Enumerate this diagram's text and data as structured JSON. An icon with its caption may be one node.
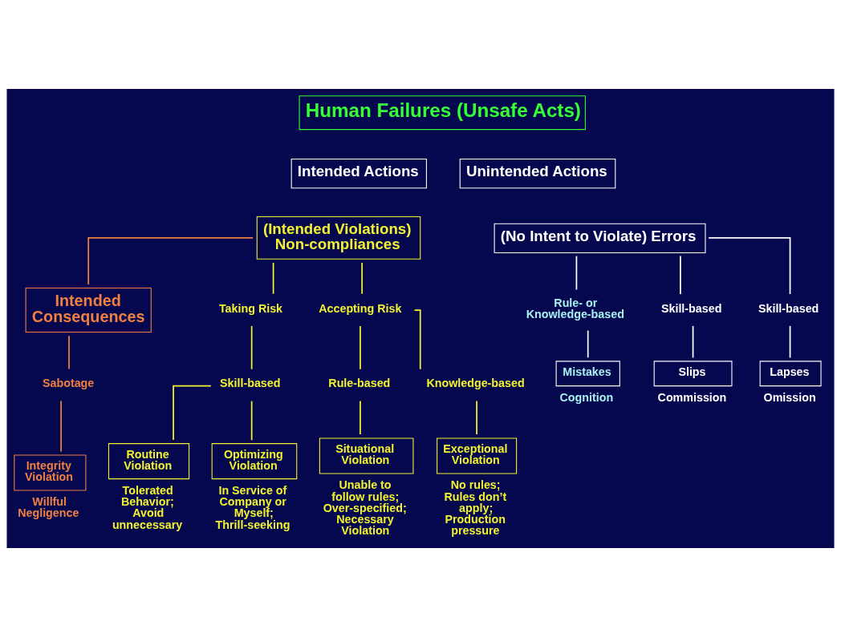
{
  "diagram": {
    "nodes": [
      {
        "text": [
          "Human Failures (Unsafe Acts)"
        ]
      },
      {
        "text": [
          "Intended Actions"
        ]
      },
      {
        "text": [
          "Unintended Actions"
        ]
      },
      {
        "text": [
          "(Intended Violations) Non-compliances"
        ]
      },
      {
        "text": [
          "(No Intent to Violate) Errors"
        ]
      },
      {
        "text": [
          "Intended Consequences"
        ]
      },
      {
        "text": [
          "Taking Risk"
        ]
      },
      {
        "text": [
          "Accepting Risk"
        ]
      },
      {
        "text": [
          "Sabotage"
        ]
      },
      {
        "text": [
          "Skill-based"
        ]
      },
      {
        "text": [
          "Rule-based"
        ]
      },
      {
        "text": [
          "Knowledge-based"
        ]
      },
      {
        "text": [
          "Integrity Violation"
        ],
        "beside": [
          "Willful Negligence"
        ]
      },
      {
        "text": [
          "Routine Violation"
        ],
        "beside": [
          "Tolerated Behavior; Avoid unnecessary"
        ]
      },
      {
        "text": [
          "Optimizing Violation"
        ],
        "beside": [
          "In Service of Company or Myself; Thrill-seeking"
        ]
      },
      {
        "text": [
          "Situational Violation"
        ],
        "beside": [
          "Unable to follow rules; Over-specified; Necessary Violation"
        ]
      },
      {
        "text": [
          "Exceptional Violation"
        ],
        "beside": [
          "No rules; Rules don’t apply; Production pressure"
        ]
      },
      {
        "text": [
          "Rule- or Knowledge-based"
        ]
      },
      {
        "text": [
          "Skill-based"
        ]
      },
      {
        "text": [
          "Skill-based"
        ]
      },
      {
        "text": [
          "Mistakes"
        ],
        "beside": [
          "Cognition"
        ]
      },
      {
        "text": [
          "Slips"
        ],
        "beside": [
          "Commission"
        ]
      },
      {
        "text": [
          "Lapses"
        ],
        "beside": [
          "Omission"
        ]
      }
    ],
    "edges": [
      {
        "from": 3,
        "to": 5,
        "arrow": "none",
        "color": "#f08040"
      },
      {
        "from": 3,
        "to": 6,
        "arrow": "none"
      },
      {
        "from": 3,
        "to": 7,
        "arrow": "none"
      },
      {
        "from": 5,
        "to": 8,
        "arrow": "none",
        "color": "#f08040"
      },
      {
        "from": 8,
        "to": 12,
        "arrow": "none",
        "color": "#f08040"
      },
      {
        "from": 6,
        "to": 9,
        "arrow": "none"
      },
      {
        "from": 9,
        "to": 13,
        "arrow": "none"
      },
      {
        "from": 9,
        "to": 14,
        "arrow": "none"
      },
      {
        "from": 7,
        "to": 10,
        "arrow": "none"
      },
      {
        "from": 7,
        "to": 11,
        "arrow": "none"
      },
      {
        "from": 10,
        "to": 15,
        "arrow": "none"
      },
      {
        "from": 11,
        "to": 16,
        "arrow": "none"
      },
      {
        "from": 4,
        "to": 17,
        "arrow": "none",
        "color": "#ffffff"
      },
      {
        "from": 4,
        "to": 18,
        "arrow": "none",
        "color": "#ffffff"
      },
      {
        "from": 4,
        "to": 19,
        "arrow": "none",
        "color": "#ffffff"
      },
      {
        "from": 17,
        "to": 20,
        "arrow": "none",
        "color": "#ffffff"
      },
      {
        "from": 18,
        "to": 21,
        "arrow": "none",
        "color": "#ffffff"
      },
      {
        "from": 19,
        "to": 22,
        "arrow": "none",
        "color": "#ffffff"
      }
    ]
  }
}
